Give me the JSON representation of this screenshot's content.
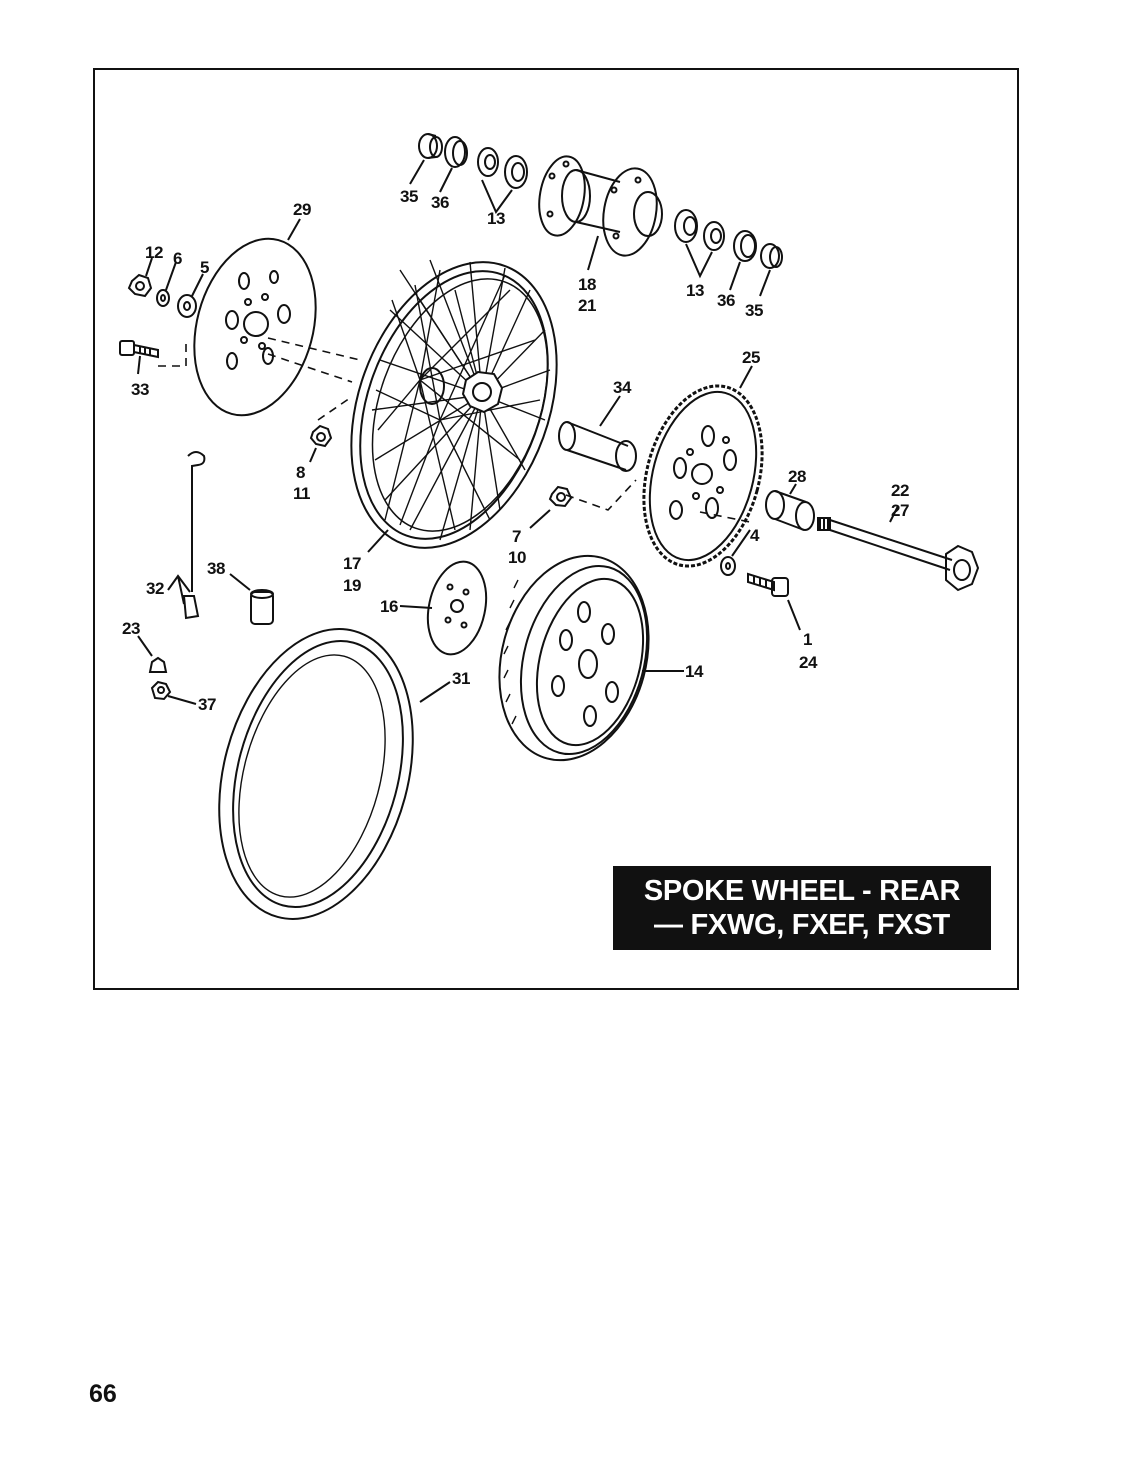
{
  "title": {
    "line1": "SPOKE WHEEL - REAR",
    "line2": "— FXWG, FXEF, FXST"
  },
  "page_number": "66",
  "callouts": {
    "c1": "1",
    "c24": "24",
    "c4": "4",
    "c5": "5",
    "c6": "6",
    "c12": "12",
    "c7": "7",
    "c10": "10",
    "c8": "8",
    "c11": "11",
    "c13a": "13",
    "c13b": "13",
    "c14": "14",
    "c16": "16",
    "c17": "17",
    "c19": "19",
    "c18": "18",
    "c21": "21",
    "c22": "22",
    "c27": "27",
    "c23": "23",
    "c25": "25",
    "c28": "28",
    "c29": "29",
    "c31": "31",
    "c32": "32",
    "c33": "33",
    "c34": "34",
    "c35a": "35",
    "c35b": "35",
    "c36a": "36",
    "c36b": "36",
    "c37": "37",
    "c38": "38"
  }
}
